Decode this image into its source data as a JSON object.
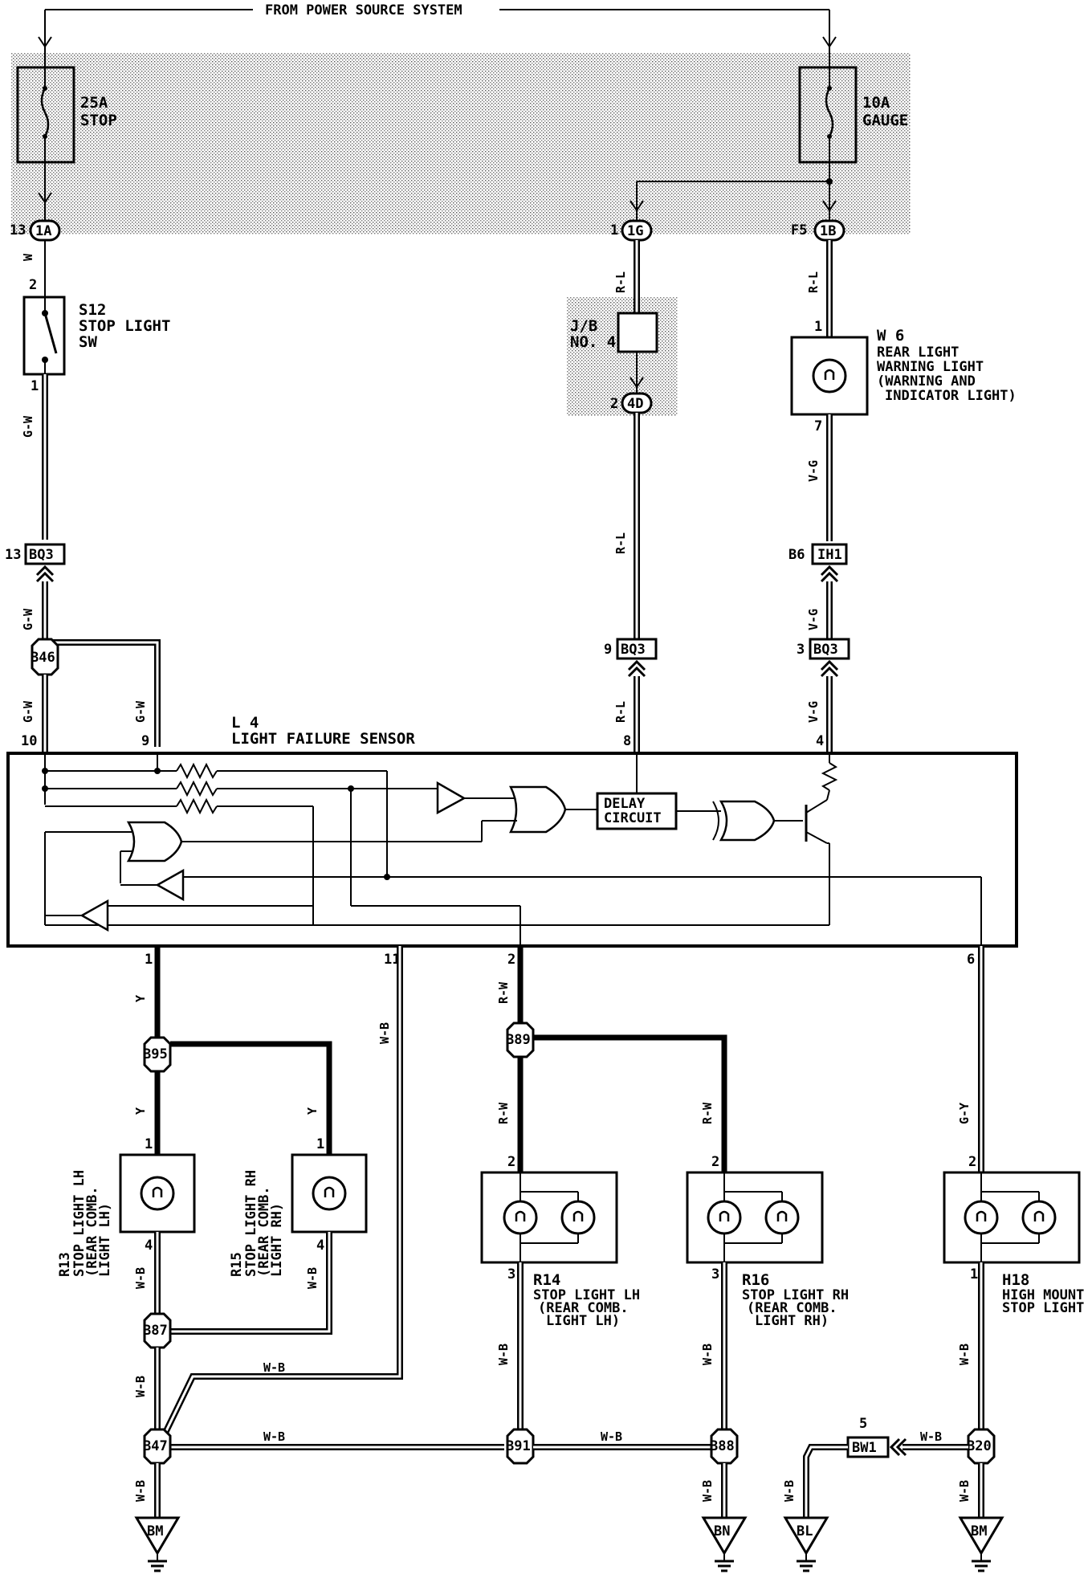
{
  "header": {
    "source_label": "FROM POWER SOURCE SYSTEM"
  },
  "fuses": [
    {
      "amp": "25A",
      "name": "STOP"
    },
    {
      "amp": "10A",
      "name": "GAUGE"
    }
  ],
  "connectors": {
    "c1A": {
      "pin": "13",
      "code": "1A"
    },
    "c1G": {
      "pin": "1",
      "code": "1G"
    },
    "c1B": {
      "pin": "F5",
      "code": "1B"
    },
    "c4D": {
      "pin": "2",
      "code": "4D"
    },
    "bq3_left": {
      "pin": "13",
      "code": "BQ3"
    },
    "bq3_mid": {
      "pin": "9",
      "code": "BQ3"
    },
    "bq3_right": {
      "pin": "3",
      "code": "BQ3"
    },
    "ih1": {
      "pin": "B6",
      "code": "IH1"
    },
    "bw1": {
      "pin": "5",
      "code": "BW1"
    }
  },
  "junctions": {
    "b46": "B46",
    "b95": "B95",
    "b89": "B89",
    "b87": "B87",
    "b47": "B47",
    "b91": "B91",
    "b88": "B88",
    "b20": "B20"
  },
  "grounds": {
    "g1": "BM",
    "g2": "BN",
    "g3": "BL",
    "g4": "BM"
  },
  "components": {
    "s12": {
      "id": "S12",
      "line1": "STOP LIGHT",
      "line2": "SW"
    },
    "jb": {
      "line1": "J/B",
      "line2": "NO. 4"
    },
    "w6": {
      "id": "W 6",
      "line1": "REAR LIGHT",
      "line2": "WARNING LIGHT",
      "line3": "(WARNING AND",
      "line4": "INDICATOR LIGHT)"
    },
    "l4": {
      "id": "L 4",
      "name": "LIGHT FAILURE SENSOR",
      "delay1": "DELAY",
      "delay2": "CIRCUIT"
    },
    "r13": {
      "id": "R13",
      "line1": "STOP LIGHT LH",
      "line2": "(REAR COMB.",
      "line3": "LIGHT LH)"
    },
    "r15": {
      "id": "R15",
      "line1": "STOP LIGHT RH",
      "line2": "(REAR COMB.",
      "line3": "LIGHT RH)"
    },
    "r14": {
      "id": "R14",
      "line1": "STOP LIGHT LH",
      "line2": "(REAR COMB.",
      "line3": "LIGHT LH)"
    },
    "r16": {
      "id": "R16",
      "line1": "STOP LIGHT RH",
      "line2": "(REAR COMB.",
      "line3": "LIGHT RH)"
    },
    "h18": {
      "id": "H18",
      "line1": "HIGH MOUNT",
      "line2": "STOP LIGHT"
    }
  },
  "wire_colors": {
    "w": "W",
    "gw": "G-W",
    "rl": "R-L",
    "vg": "V-G",
    "y": "Y",
    "wb": "W-B",
    "rw": "R-W",
    "gy": "G-Y"
  },
  "pins": {
    "s12_in": "2",
    "s12_out": "1",
    "w6_in": "1",
    "w6_out": "7",
    "l4_10": "10",
    "l4_9": "9",
    "l4_8": "8",
    "l4_4": "4",
    "l4_1": "1",
    "l4_11": "11",
    "l4_2": "2",
    "l4_6": "6",
    "r13_1": "1",
    "r13_4": "4",
    "r15_1": "1",
    "r15_4": "4",
    "r14_2": "2",
    "r14_3": "3",
    "r16_2": "2",
    "r16_3": "3",
    "h18_2": "2",
    "h18_1": "1"
  }
}
